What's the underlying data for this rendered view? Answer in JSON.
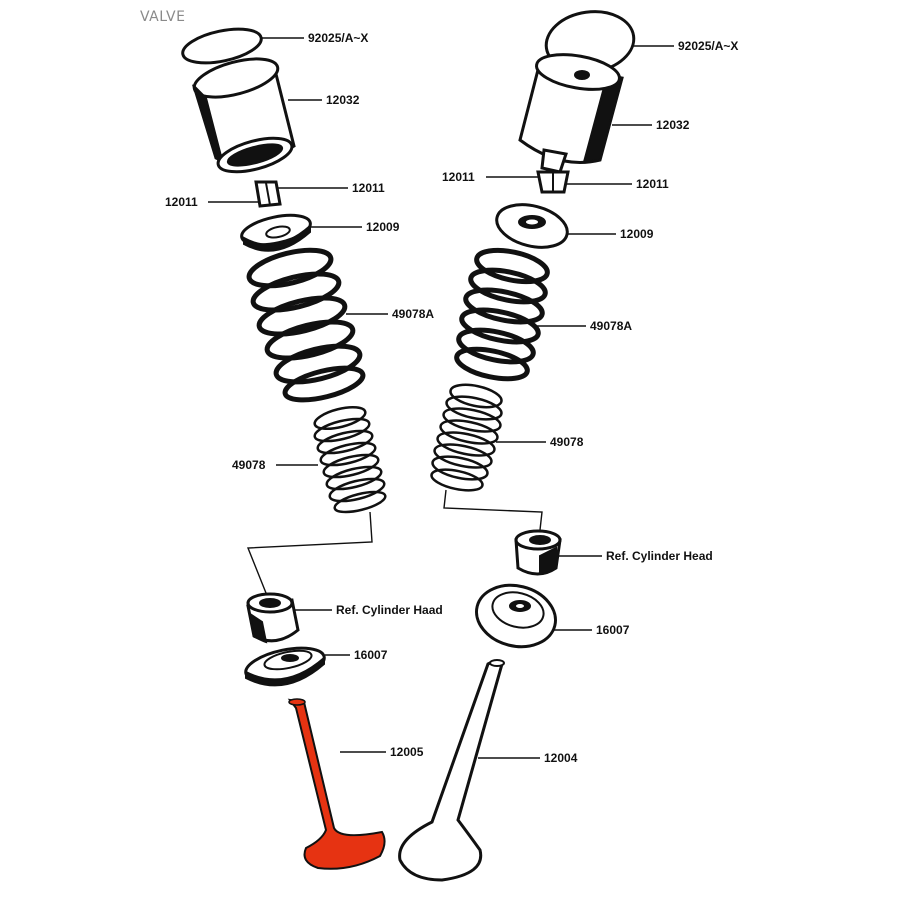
{
  "title": "VALVE",
  "colors": {
    "highlight": "#e63312",
    "line": "#111111",
    "title": "#8a8a8a"
  },
  "labels": {
    "shim_left": "92025/A~X",
    "shim_right": "92025/A~X",
    "tappet_left": "12032",
    "tappet_right": "12032",
    "keeper_left_a": "12011",
    "keeper_left_b": "12011",
    "keeper_right_a": "12011",
    "keeper_right_b": "12011",
    "retainer_left": "12009",
    "retainer_right": "12009",
    "outer_spring_left": "49078A",
    "outer_spring_right": "49078A",
    "inner_spring_left": "49078",
    "inner_spring_right": "49078",
    "guide_left": "Ref. Cylinder Haad",
    "guide_right": "Ref. Cylinder Head",
    "seat_left": "16007",
    "seat_right": "16007",
    "valve_left": "12005",
    "valve_right": "12004"
  }
}
